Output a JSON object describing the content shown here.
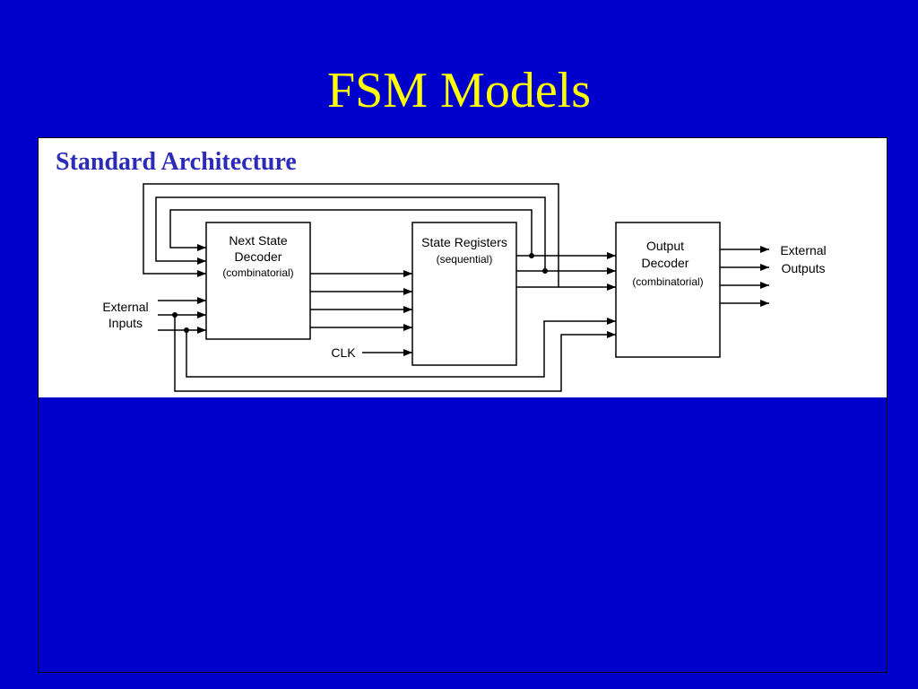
{
  "slide": {
    "title": "FSM Models",
    "section_heading": "Standard Architecture"
  },
  "colors": {
    "background": "#0000CC",
    "title": "#FFFF00",
    "heading": "#2B2BB8",
    "panel": "#FFFFFF"
  },
  "diagram": {
    "next_state_decoder": {
      "line1": "Next State",
      "line2": "Decoder",
      "line3": "(combinatorial)"
    },
    "state_registers": {
      "line1": "State Registers",
      "line2": "(sequential)"
    },
    "output_decoder": {
      "line1": "Output",
      "line2": "Decoder",
      "line3": "(combinatorial)"
    },
    "external_inputs": {
      "line1": "External",
      "line2": "Inputs"
    },
    "external_outputs": {
      "line1": "External",
      "line2": "Outputs"
    },
    "clock_label": "CLK"
  }
}
